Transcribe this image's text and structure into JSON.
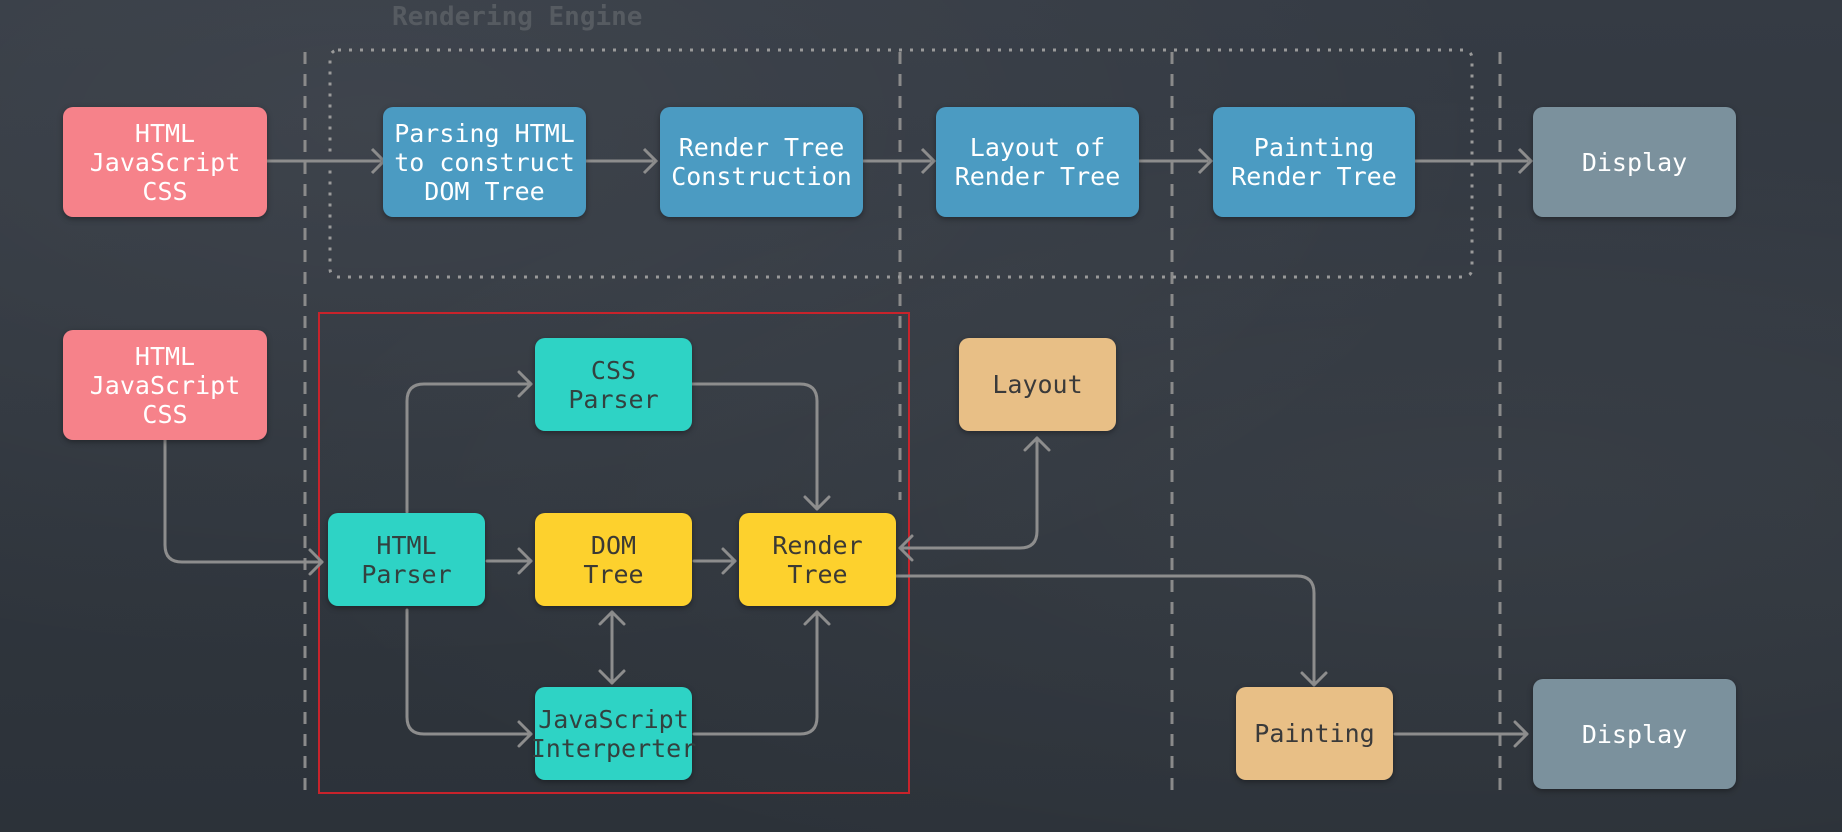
{
  "engine_label": "Rendering Engine",
  "top_flow": {
    "source": [
      "HTML",
      "JavaScript",
      "CSS"
    ],
    "parse": [
      "Parsing HTML",
      "to construct",
      "DOM Tree"
    ],
    "construct": [
      "Render Tree",
      "Construction"
    ],
    "layout": [
      "Layout of",
      "Render Tree"
    ],
    "paint": [
      "Painting",
      "Render Tree"
    ],
    "display": [
      "Display"
    ]
  },
  "bottom_flow": {
    "source": [
      "HTML",
      "JavaScript",
      "CSS"
    ],
    "html_parser": [
      "HTML",
      "Parser"
    ],
    "css_parser": [
      "CSS",
      "Parser"
    ],
    "dom_tree": [
      "DOM",
      "Tree"
    ],
    "render_tree": [
      "Render",
      "Tree"
    ],
    "js_interpreter": [
      "JavaScript",
      "Interperter"
    ],
    "layout": [
      "Layout"
    ],
    "painting": [
      "Painting"
    ],
    "display": [
      "Display"
    ]
  },
  "colors": {
    "input": "#f6828a",
    "stage": "#4b9bc2",
    "display": "#7b919d",
    "parser": "#2ed3c5",
    "tree": "#fdd12d",
    "process": "#e8bf86",
    "highlight_box": "#c8232b",
    "arrow": "#8d8d8d",
    "dashed": "#8a8a8a"
  }
}
